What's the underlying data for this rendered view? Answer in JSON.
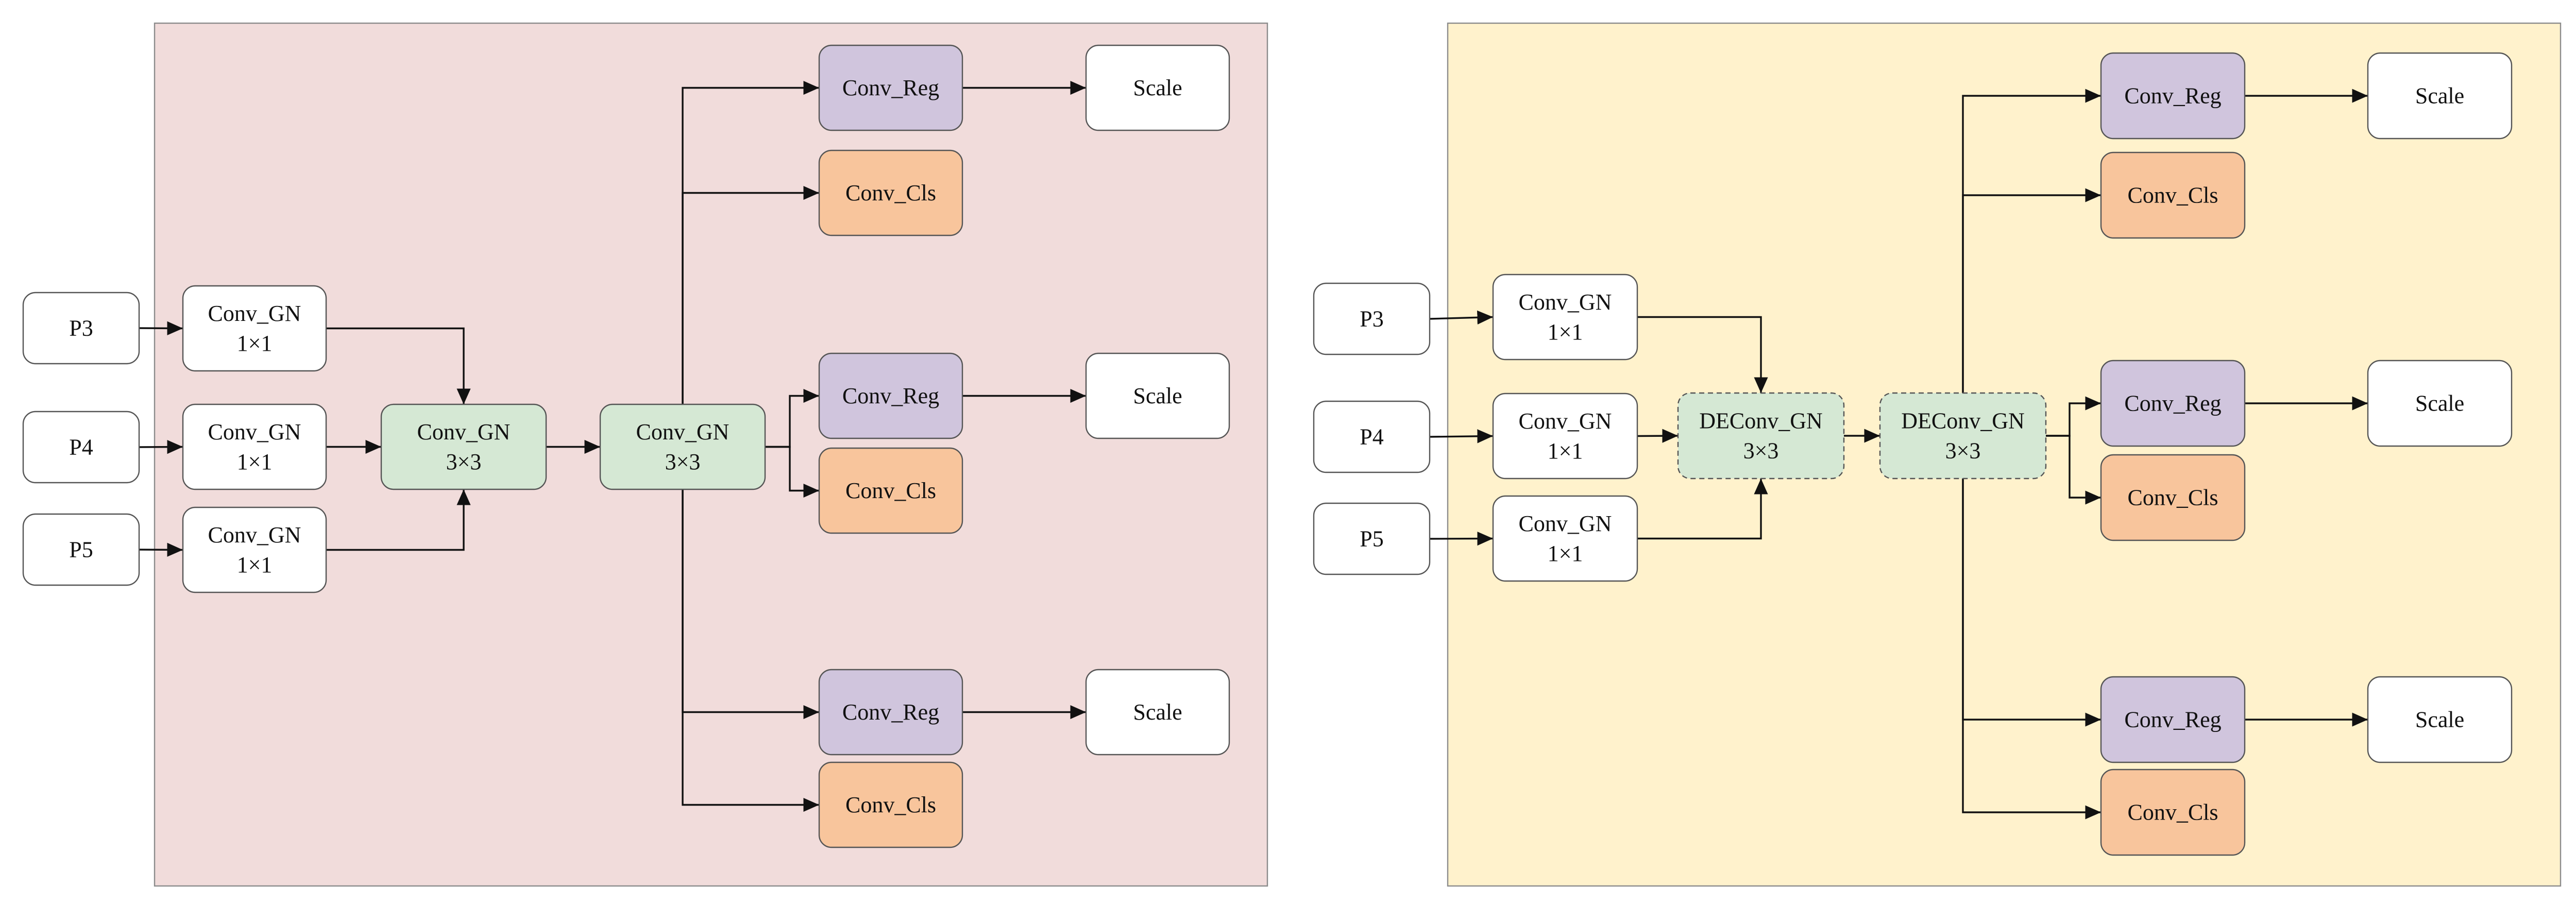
{
  "colors": {
    "panel_left": "#f1dcdb",
    "panel_right": "#fff2cc",
    "panel_border": "#8c8c8c",
    "node_white": "#ffffff",
    "node_green": "#d5e8d4",
    "node_purple": "#d0c5dd",
    "node_orange": "#f8c59c",
    "edge": "#111111"
  },
  "panels": [
    {
      "name": "left-panel",
      "nodes": [
        {
          "id": "P3",
          "name": "node-p3",
          "style": "white",
          "lines": [
            "P3"
          ]
        },
        {
          "id": "P4",
          "name": "node-p4",
          "style": "white",
          "lines": [
            "P4"
          ]
        },
        {
          "id": "P5",
          "name": "node-p5",
          "style": "white",
          "lines": [
            "P5"
          ]
        },
        {
          "id": "C3",
          "name": "node-conv-gn-1x1-p3",
          "style": "white",
          "lines": [
            "Conv_GN",
            "1×1"
          ]
        },
        {
          "id": "C4",
          "name": "node-conv-gn-1x1-p4",
          "style": "white",
          "lines": [
            "Conv_GN",
            "1×1"
          ]
        },
        {
          "id": "C5",
          "name": "node-conv-gn-1x1-p5",
          "style": "white",
          "lines": [
            "Conv_GN",
            "1×1"
          ]
        },
        {
          "id": "G1",
          "name": "node-conv-gn-3x3-first",
          "style": "green",
          "lines": [
            "Conv_GN",
            "3×3"
          ]
        },
        {
          "id": "G2",
          "name": "node-conv-gn-3x3-second",
          "style": "green",
          "lines": [
            "Conv_GN",
            "3×3"
          ]
        },
        {
          "id": "R1",
          "name": "node-conv-reg-top",
          "style": "purple",
          "lines": [
            "Conv_Reg"
          ]
        },
        {
          "id": "K1",
          "name": "node-conv-cls-top",
          "style": "orange",
          "lines": [
            "Conv_Cls"
          ]
        },
        {
          "id": "S1",
          "name": "node-scale-top",
          "style": "white",
          "lines": [
            "Scale"
          ]
        },
        {
          "id": "R2",
          "name": "node-conv-reg-middle",
          "style": "purple",
          "lines": [
            "Conv_Reg"
          ]
        },
        {
          "id": "K2",
          "name": "node-conv-cls-middle",
          "style": "orange",
          "lines": [
            "Conv_Cls"
          ]
        },
        {
          "id": "S2",
          "name": "node-scale-middle",
          "style": "white",
          "lines": [
            "Scale"
          ]
        },
        {
          "id": "R3",
          "name": "node-conv-reg-bottom",
          "style": "purple",
          "lines": [
            "Conv_Reg"
          ]
        },
        {
          "id": "K3",
          "name": "node-conv-cls-bottom",
          "style": "orange",
          "lines": [
            "Conv_Cls"
          ]
        },
        {
          "id": "S3",
          "name": "node-scale-bottom",
          "style": "white",
          "lines": [
            "Scale"
          ]
        }
      ],
      "edges": [
        [
          "P3",
          "C3"
        ],
        [
          "P4",
          "C4"
        ],
        [
          "P5",
          "C5"
        ],
        [
          "C3",
          "G1"
        ],
        [
          "C4",
          "G1"
        ],
        [
          "C5",
          "G1"
        ],
        [
          "G1",
          "G2"
        ],
        [
          "G2",
          "R1"
        ],
        [
          "G2",
          "K1"
        ],
        [
          "G2",
          "R2"
        ],
        [
          "G2",
          "K2"
        ],
        [
          "G2",
          "R3"
        ],
        [
          "G2",
          "K3"
        ],
        [
          "R1",
          "S1"
        ],
        [
          "R2",
          "S2"
        ],
        [
          "R3",
          "S3"
        ]
      ]
    },
    {
      "name": "right-panel",
      "nodes": [
        {
          "id": "P3",
          "name": "node-p3",
          "style": "white",
          "lines": [
            "P3"
          ]
        },
        {
          "id": "P4",
          "name": "node-p4",
          "style": "white",
          "lines": [
            "P4"
          ]
        },
        {
          "id": "P5",
          "name": "node-p5",
          "style": "white",
          "lines": [
            "P5"
          ]
        },
        {
          "id": "C3",
          "name": "node-conv-gn-1x1-p3",
          "style": "white",
          "lines": [
            "Conv_GN",
            "1×1"
          ]
        },
        {
          "id": "C4",
          "name": "node-conv-gn-1x1-p4",
          "style": "white",
          "lines": [
            "Conv_GN",
            "1×1"
          ]
        },
        {
          "id": "C5",
          "name": "node-conv-gn-1x1-p5",
          "style": "white",
          "lines": [
            "Conv_GN",
            "1×1"
          ]
        },
        {
          "id": "D1",
          "name": "node-deconv-gn-3x3-first",
          "style": "green-dashed",
          "lines": [
            "DEConv_GN",
            "3×3"
          ]
        },
        {
          "id": "D2",
          "name": "node-deconv-gn-3x3-second",
          "style": "green-dashed",
          "lines": [
            "DEConv_GN",
            "3×3"
          ]
        },
        {
          "id": "R1",
          "name": "node-conv-reg-top",
          "style": "purple",
          "lines": [
            "Conv_Reg"
          ]
        },
        {
          "id": "K1",
          "name": "node-conv-cls-top",
          "style": "orange",
          "lines": [
            "Conv_Cls"
          ]
        },
        {
          "id": "S1",
          "name": "node-scale-top",
          "style": "white",
          "lines": [
            "Scale"
          ]
        },
        {
          "id": "R2",
          "name": "node-conv-reg-middle",
          "style": "purple",
          "lines": [
            "Conv_Reg"
          ]
        },
        {
          "id": "K2",
          "name": "node-conv-cls-middle",
          "style": "orange",
          "lines": [
            "Conv_Cls"
          ]
        },
        {
          "id": "S2",
          "name": "node-scale-middle",
          "style": "white",
          "lines": [
            "Scale"
          ]
        },
        {
          "id": "R3",
          "name": "node-conv-reg-bottom",
          "style": "purple",
          "lines": [
            "Conv_Reg"
          ]
        },
        {
          "id": "K3",
          "name": "node-conv-cls-bottom",
          "style": "orange",
          "lines": [
            "Conv_Cls"
          ]
        },
        {
          "id": "S3",
          "name": "node-scale-bottom",
          "style": "white",
          "lines": [
            "Scale"
          ]
        }
      ],
      "edges": [
        [
          "P3",
          "C3"
        ],
        [
          "P4",
          "C4"
        ],
        [
          "P5",
          "C5"
        ],
        [
          "C3",
          "D1"
        ],
        [
          "C4",
          "D1"
        ],
        [
          "C5",
          "D1"
        ],
        [
          "D1",
          "D2"
        ],
        [
          "D2",
          "R1"
        ],
        [
          "D2",
          "K1"
        ],
        [
          "D2",
          "R2"
        ],
        [
          "D2",
          "K2"
        ],
        [
          "D2",
          "R3"
        ],
        [
          "D2",
          "K3"
        ],
        [
          "R1",
          "S1"
        ],
        [
          "R2",
          "S2"
        ],
        [
          "R3",
          "S3"
        ]
      ]
    }
  ]
}
